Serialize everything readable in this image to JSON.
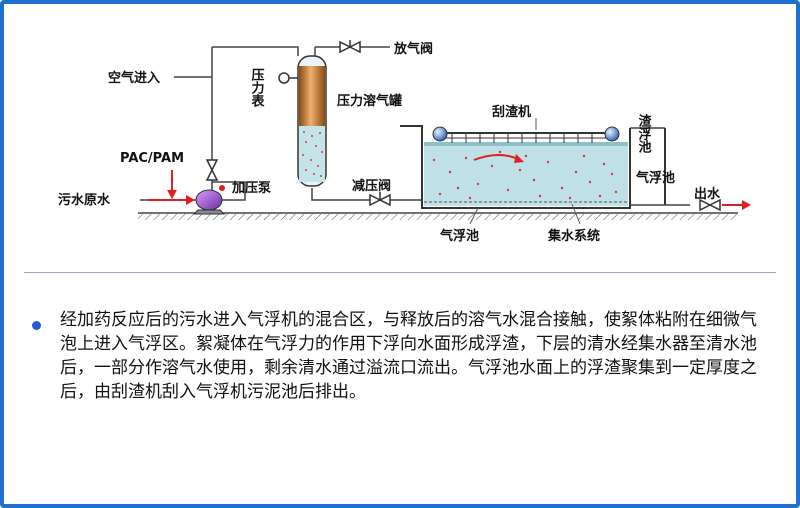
{
  "labels": {
    "vent_valve": "放气阀",
    "pressure_gauge": "压力表",
    "dissolved_air_tank": "压力溶气罐",
    "air_inlet": "空气进入",
    "pac_pam": "PAC/PAM",
    "raw_sewage": "污水原水",
    "booster_pump": "加压泵",
    "pressure_reducing_valve": "减压阀",
    "scraper": "刮渣机",
    "slag_tank": "渣浮池",
    "flotation_tank_right": "气浮池",
    "outlet": "出水",
    "flotation_tank_bottom": "气浮池",
    "collection_system": "集水系统"
  },
  "description": "经加药反应后的污水进入气浮机的混合区，与释放后的溶气水混合接触，使絮体粘附在细微气泡上进入气浮区。絮凝体在气浮力的作用下浮向水面形成浮渣，下层的清水经集水器至清水池后，一部分作溶气水使用，剩余清水通过溢流口流出。气浮池水面上的浮渣聚集到一定厚度之后，由刮渣机刮入气浮机污泥池后排出。",
  "colors": {
    "border": "#1e6fd0",
    "water": "#bfe0e6",
    "bubbles": "#d9354a",
    "arrow": "#e02020",
    "bullet": "#2a5ad6"
  }
}
